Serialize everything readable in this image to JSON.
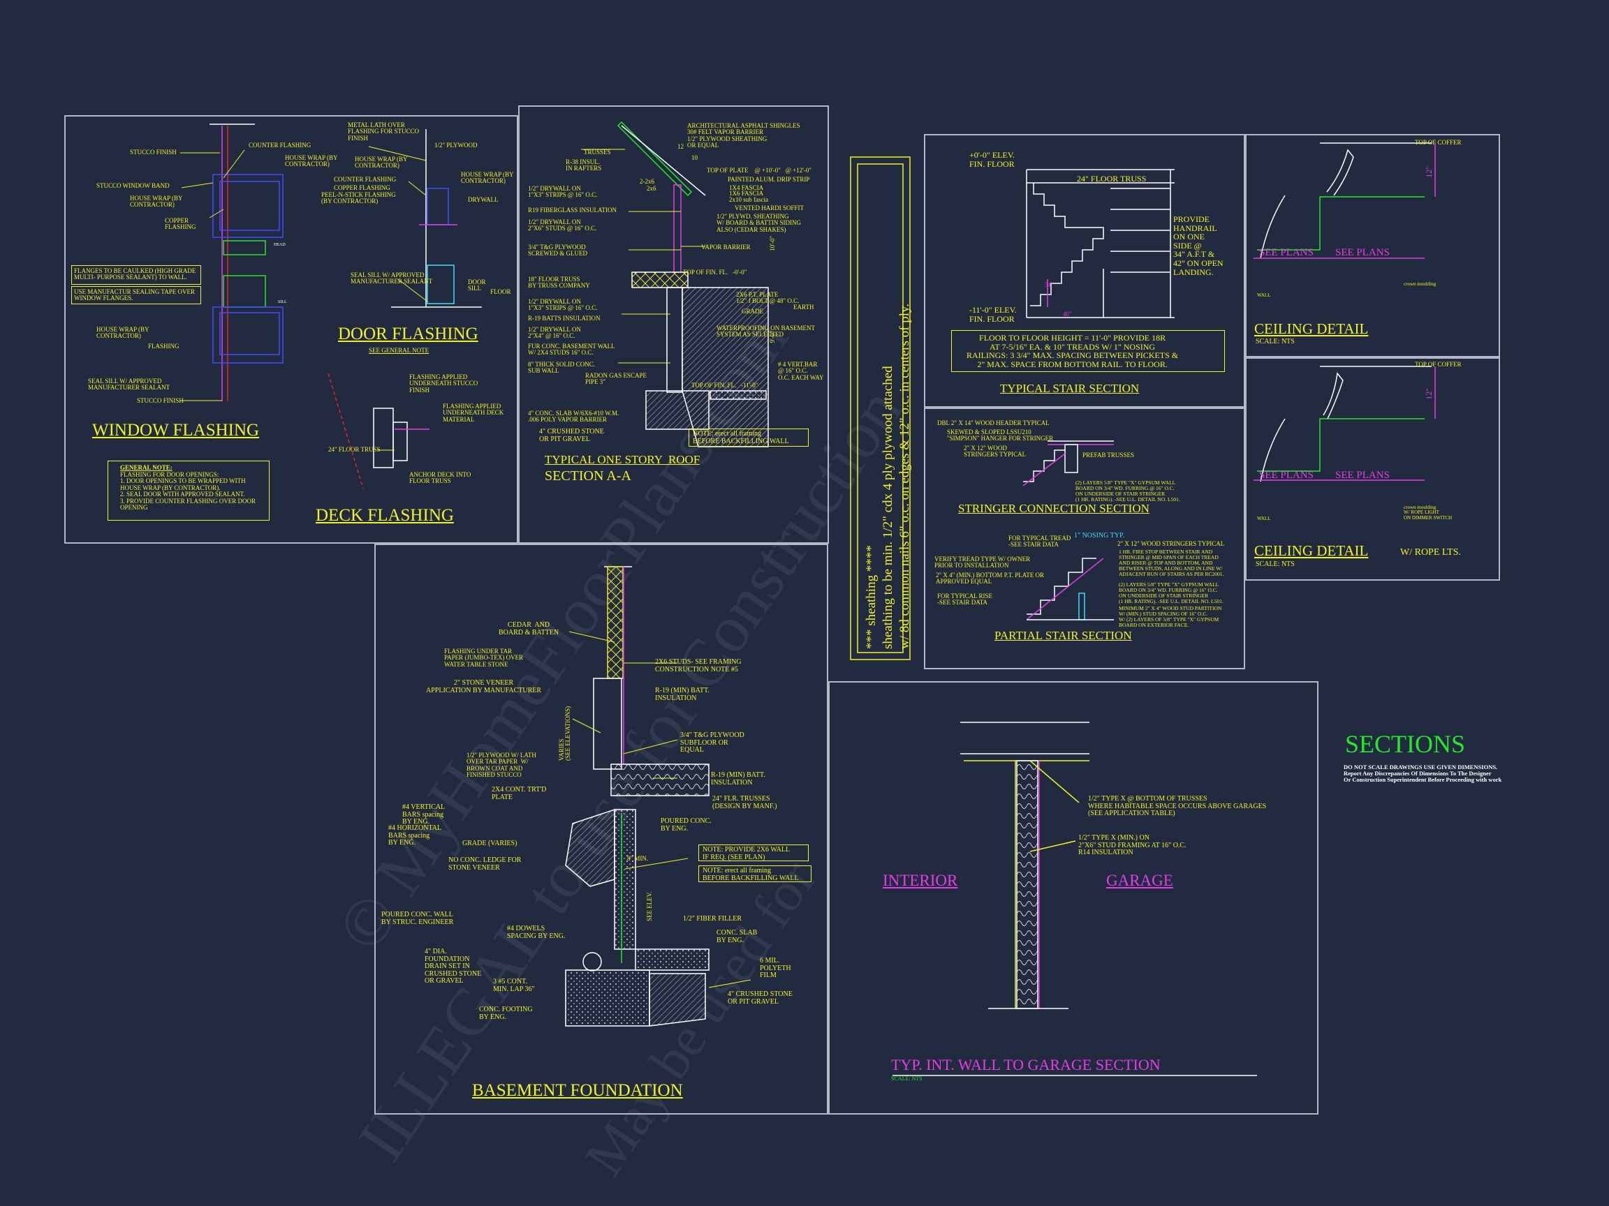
{
  "watermark": {
    "line1": "© MyHomeFloorPlans.com",
    "line2": "ILLEGAL to use for Construction",
    "line3": "May be used for"
  },
  "window_flashing": {
    "title": "WINDOW FLASHING",
    "labels": [
      "STUCCO FINISH",
      "COUNTER FLASHING",
      "HOUSE WRAP (BY\nCONTRACTOR)",
      "STUCCO WINDOW BAND",
      "HOUSE WRAP (BY\nCONTRACTOR)",
      "COPPER\nFLASHING",
      "HEAD",
      "SILL",
      "HOUSE WRAP (BY\nCONTRACTOR)",
      "FLASHING",
      "SEAL SILL W/ APPROVED\nMANUFACTURER SEALANT",
      "STUCCO FINISH"
    ],
    "note1": "FLANGES TO BE CAULKED (HIGH GRADE\nMULTI- PURPOSE SEALANT) TO WALL.",
    "note2": "USE MANUFACTUR SEALING TAPE OVER\nWINDOW FLANGES.",
    "general_note_title": "GENERAL NOTE:",
    "general_note": "FLASHING FOR DOOR OPENINGS:\n1. DOOR OPENINGS TO BE WRAPPED WITH\nHOUSE WRAP (BY CONTRACTOR).\n2. SEAL DOOR WITH APPROVED SEALANT.\n3. PROVIDE COUNTER FLASHING OVER DOOR\nOPENING"
  },
  "door_flashing": {
    "title": "DOOR FLASHING",
    "subtitle": "SEE GENERAL NOTE",
    "labels": [
      "METAL LATH OVER\nFLASHING FOR STUCCO\nFINISH",
      "1/2\" PLYWOOD",
      "HOUSE WRAP (BY\nCONTRACTOR)",
      "HOUSE WRAP (BY\nCONTRACTOR)",
      "COUNTER FLASHING",
      "COPPER FLASHING",
      "PEEL-N-STICK FLASHING\n(BY CONTRACTOR)",
      "DRYWALL",
      "SEAL SILL W/ APPROVED\nMANUFACTURER SEALANT",
      "DOOR\nSILL",
      "FLOOR"
    ]
  },
  "deck_flashing": {
    "title": "DECK FLASHING",
    "labels": [
      "FLASHING APPLIED\nUNDERNEATH STUCCO\nFINISH",
      "FLASHING APPLIED\nUNDERNEATH DECK\nMATERIAL",
      "24\" FLOOR TRUSS",
      "ANCHOR DECK INTO\nFLOOR TRUSS"
    ]
  },
  "roof_section": {
    "title": "TYPICAL ONE STORY  ROOF",
    "subtitle": "SECTION A-A",
    "labels_left": [
      "TRUSSES",
      "R-38 INSUL.\nIN RAFTERS",
      "1/2\" DRYWALL ON\n1\"X3\" STRIPS @ 16\" O.C.",
      "R19 FIBERGLASS INSULATION",
      "1/2\" DRYWALL ON\n2\"X6\" STUDS @ 16\" O.C.",
      "3/4\" T&G PLYWOOD\nSCREWED & GLUED",
      "18\" FLOOR TRUSS\nBY TRUSS COMPANY",
      "1/2\" DRYWALL ON\n1\"X3\" STRIPS @ 16\" O.C.",
      "R-19 BATTS INSULATION",
      "1/2\" DRYWALL ON\n2\"X4\" @ 16\" O.C.",
      "FUR CONC. BASEMENT WALL\nW/ 2X4 STUDS 16\" O.C.",
      "8\" THICK SOLID CONC.\nSUB WALL",
      "RADON GAS ESCAPE\nPIPE 3\"",
      "4\" CONC. SLAB W/6X6-#10 W.M.\n.006 POLY VAPOR BARRIER",
      "4\" CRUSHED STONE\nOR PIT GRAVEL"
    ],
    "labels_right": [
      "ARCHITECTURAL ASPHALT SHINGLES\n30# FELT VAPOR BARRIER\n1/2\" PLYWOOD SHEATHING\nOR EQUAL",
      "12",
      "10",
      "TOP OF PLATE    @ +10'-0\"   @ +12'-0\"",
      "PAINTED ALUM. DRIP STRIP",
      "1X4 FASCIA",
      "1X6 FASCIA",
      "2x10 sub fascia",
      "VENTED HARDI SOFFIT",
      "1/2\" PLYWD. SHEATHING\nW/ BOARD & BATTIN SIDING\nALSO (CEDAR SHAKES)",
      "VAPOR BARRIER",
      "TOP OF FIN. FL.   -0'-0\"",
      "2X6 P.T. PLATE\n1/2\" J BOLT @ 48\" O.C.",
      "GRADE",
      "EARTH",
      "WATERPROOFING ON BASEMENT\nSYSTEM AS SELECTED",
      "# 4 VERT.BAR\n@ 16\" O.C.\nO.C. EACH WAY",
      "TOP OF FIN. FL.   -11'-0\"",
      "2-2x6",
      "2x6",
      "10'-0\"",
      "9'-0\""
    ],
    "note": "NOTE: erect all framing\nBEFORE BACKFILLING WALL"
  },
  "sheathing_note": "*** sheathing ****\nsheathing to be min. 1/2\" cdx 4 ply plywood attached\nw/ 8d common nails 6\" o.c. on edges & 12\" o.c. in centers of ply.",
  "stair_section": {
    "title": "TYPICAL STAIR SECTION",
    "elev_top": "+0'-0\" ELEV.\nFIN. FLOOR",
    "elev_bottom": "-11'-0\" ELEV.\nFIN. FLOOR",
    "truss": "24\" FLOOR TRUSS",
    "handrail": "PROVIDE\nHANDRAIL\nON ONE\nSIDE @\n34\" A.F.T &\n42\" ON OPEN\nLANDING.",
    "note": "FLOOR TO FLOOR HEIGHT = 11'-0\" PROVIDE 18R\nAT 7-5/16\" EA. & 10\" TREADS W/ 1\" NOSING\nRAILINGS: 3 3/4\" MAX. SPACING BETWEEN PICKETS &\n2\" MAX. SPACE FROM BOTTOM RAIL. TO FLOOR.",
    "dim_a": "34\"",
    "dim_b": "40\""
  },
  "stringer_section": {
    "title": "STRINGER CONNECTION SECTION",
    "labels": [
      "DBL 2\" X 14\" WOOD HEADER TYPICAL",
      "SKEWED & SLOPED LSSU210\n\"SIMPSON\" HANGER FOR STRINGER",
      "2\" X 12\" WOOD\nSTRINGERS TYPICAL",
      "PREFAB TRUSSES",
      "(2) LAYERS 5/8\" TYPE \"X\" GYPSUM WALL\nBOARD ON 3/4\" WD. FURRING @ 16\" O.C.\nON UNDERSIDE OF STAIR STRINGER\n(1 HR. RATING). -SEE U.L. DETAIL NO. L501."
    ]
  },
  "partial_stair": {
    "title": "PARTIAL STAIR SECTION",
    "labels_left": [
      "FOR TYPICAL TREAD\n-SEE STAIR DATA",
      "VERIFY TREAD TYPE W/ OWNER\nPRIOR TO INSTALLATION",
      "2\" X 4\" (MIN.) BOTTOM P.T. PLATE OR\nAPPROVED EQUAL",
      "FOR TYPICAL RISE\n-SEE STAIR DATA"
    ],
    "nosing": "1\" NOSING TYP.",
    "labels_right": [
      "2\" X 12\" WOOD STRINGERS TYPICAL",
      "1 HR. FIRE STOP BETWEEN STAIR AND\nSTRINGER @ MID SPAN OF EACH TREAD\nAND RISER @ TOP AND BOTTOM, AND\nBETWEEN STUDS, ALONG AND IN LINE W/\nADJACENT RUN OF STAIRS AS PER RC2001.",
      "(2) LAYERS 5/8\" TYPE \"X\" GYPSUM WALL\nBOARD ON 3/4\" WD. FURRING @ 16\" O.C.\nON UNDERSIDE OF STAIR STRINGER\n(1 HR. RATING). -SEE U.L. DETAIL NO. L501.",
      "MINIMUM 2\" X 4\" WOOD STUD PARTITION\nW/ (MIN.) STUD SPACING OF 16\" O.C.\nW/ (2) LAYERS OF 5/8\" TYPE \"X\" GYPSUM\nBOARD ON EXTERIOR FACE."
    ]
  },
  "ceiling_1": {
    "title": "CEILING DETAIL",
    "scale": "SCALE: NTS",
    "top": "TOP OF COFFER",
    "dim": "12\"",
    "see1": "SEE PLANS",
    "see2": "SEE PLANS",
    "wall": "WALL",
    "crown": "crown moulding"
  },
  "ceiling_2": {
    "title": "CEILING DETAIL",
    "suffix": "W/ ROPE LTS.",
    "scale": "SCALE: NTS",
    "top": "TOP OF COFFER",
    "dim": "12\"",
    "see1": "SEE PLANS",
    "see2": "SEE PLANS",
    "wall": "WALL",
    "crown": "crown moulding\nW/ ROPE LIGHT\nON DIMMER SWITCH"
  },
  "basement": {
    "title": "BASEMENT FOUNDATION",
    "labels_left": [
      "CEDAR  AND\nBOARD & BATTEN",
      "FLASHING UNDER TAR\nPAPER (JUMBO-TEX) OVER\nWATER TABLE STONE",
      "2\" STONE VENEER\nAPPLICATION BY MANUFACTURER",
      "1/2\" PLYWOOD W/ LATH\nOVER TAR PAPER  W/\nBROWN COAT AND\nFINISHED STUCCO",
      "2X4 CONT. TRT'D\nPLATE",
      "#4 VERTICAL\nBARS spacing\nBY ENG.",
      "#4 HORIZONTAL\nBARS spacing\nBY ENG.",
      "GRADE (VARIES)",
      "NO CONC. LEDGE FOR\nSTONE VENEER",
      "POURED CONC. WALL\nBY STRUC. ENGINEER",
      "#4 DOWELS\nSPACING BY ENG.",
      "4\" DIA.\nFOUNDATION\nDRAIN SET IN\nCRUSHED STONE\nOR GRAVEL",
      "3 #5 CONT.\nMIN. LAP 36\"",
      "CONC. FOOTING\nBY ENG."
    ],
    "labels_right": [
      "2X6 STUDS- SEE FRAMING\nCONSTRUCTION NOTE #5",
      "R-19 (MIN) BATT.\nINSULATION",
      "3/4\" T&G PLYWOOD\nSUBFLOOR OR\nEQUAL",
      "R-19 (MIN) BATT.\nINSULATION",
      "24\" FLR. TRUSSES\n(DESIGN BY MANF.)",
      "POURED CONC.\nBY ENG.",
      "1/2\" FIBER FILLER",
      "CONC. SLAB\nBY ENG.",
      "6 MIL.\nPOLYETH\nFILM",
      "4\" CRUSHED STONE\nOR PIT GRAVEL"
    ],
    "vert1": "VARIES\n(SEE ELEVATIONS)",
    "vert2": "SEE ELEV.",
    "min": "8\" MIN.",
    "note1": "NOTE: PROVIDE 2X6 WALL\nIF REQ. (SEE PLAN)",
    "note2": "NOTE: erect all framing\nBEFORE BACKFILLING WALL"
  },
  "garage_wall": {
    "title": "TYP. INT. WALL TO GARAGE SECTION",
    "scale": "SCALE: NTS",
    "interior": "INTERIOR",
    "garage": "GARAGE",
    "label1": "1/2\" TYPE X @ BOTTOM OF TRUSSES\nWHERE HABITABLE SPACE OCCURS ABOVE GARAGES\n(SEE APPLICATION TABLE)",
    "label2": "1/2\" TYPE X (MIN.) ON\n2\"X6\" STUD FRAMING AT 16\" O.C.\nR14 INSULATION"
  },
  "sheet": {
    "title": "SECTIONS",
    "note": "DO NOT SCALE DRAWINGS USE GIVEN DIMENSIONS.\nReport Any Discrepancies Of Dimensions To The Designer\nOr Construction Superintendent Before Proceeding with work"
  },
  "colors": {
    "background": "#222a40",
    "ink": "#f2f224",
    "border": "#b4b8c4",
    "magenta": "#e63ce6",
    "green": "#28e628",
    "blue": "#3c4cff"
  }
}
